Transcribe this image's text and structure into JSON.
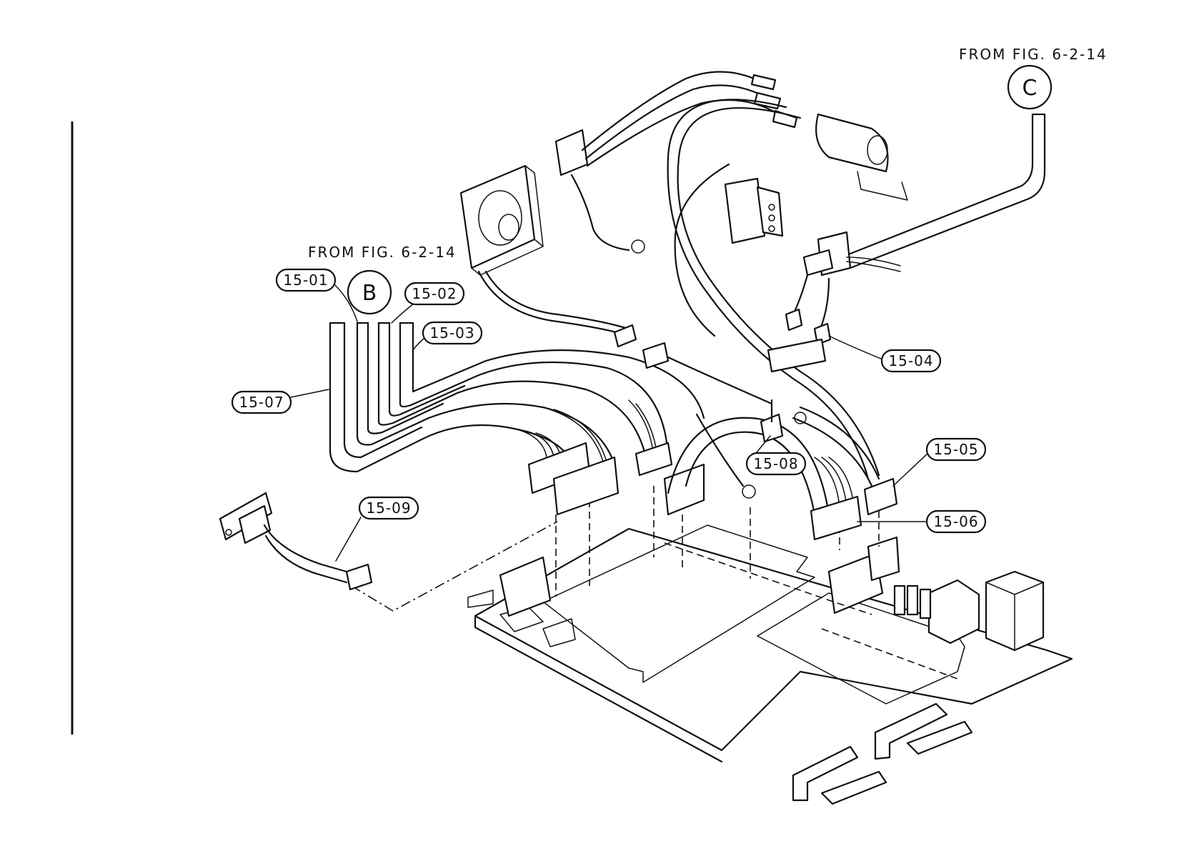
{
  "diagram": {
    "from_labels": {
      "top_right": "FROM FIG. 6-2-14",
      "left": "FROM FIG. 6-2-14"
    },
    "reference_markers": {
      "c": "C",
      "b": "B"
    },
    "part_tags": {
      "p01": "15-01",
      "p02": "15-02",
      "p03": "15-03",
      "p04": "15-04",
      "p05": "15-05",
      "p06": "15-06",
      "p07": "15-07",
      "p08": "15-08",
      "p09": "15-09"
    }
  }
}
